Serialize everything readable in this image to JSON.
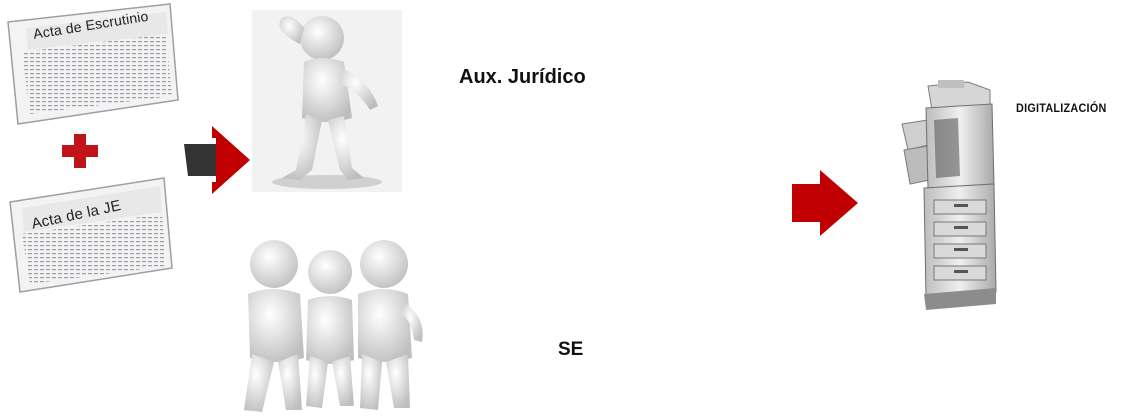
{
  "documents": {
    "acta_escrutinio": "Acta de Escrutinio",
    "acta_je": "Acta de la JE"
  },
  "nodes": {
    "aux_juridico": "Aux. Jurídico",
    "se": "SE",
    "digitalizacion": "DIGITALIZACIÓN"
  },
  "colors": {
    "arrow_red": "#c00000",
    "plus_red": "#c0141a",
    "figure_gray": "#d9d9d9"
  }
}
